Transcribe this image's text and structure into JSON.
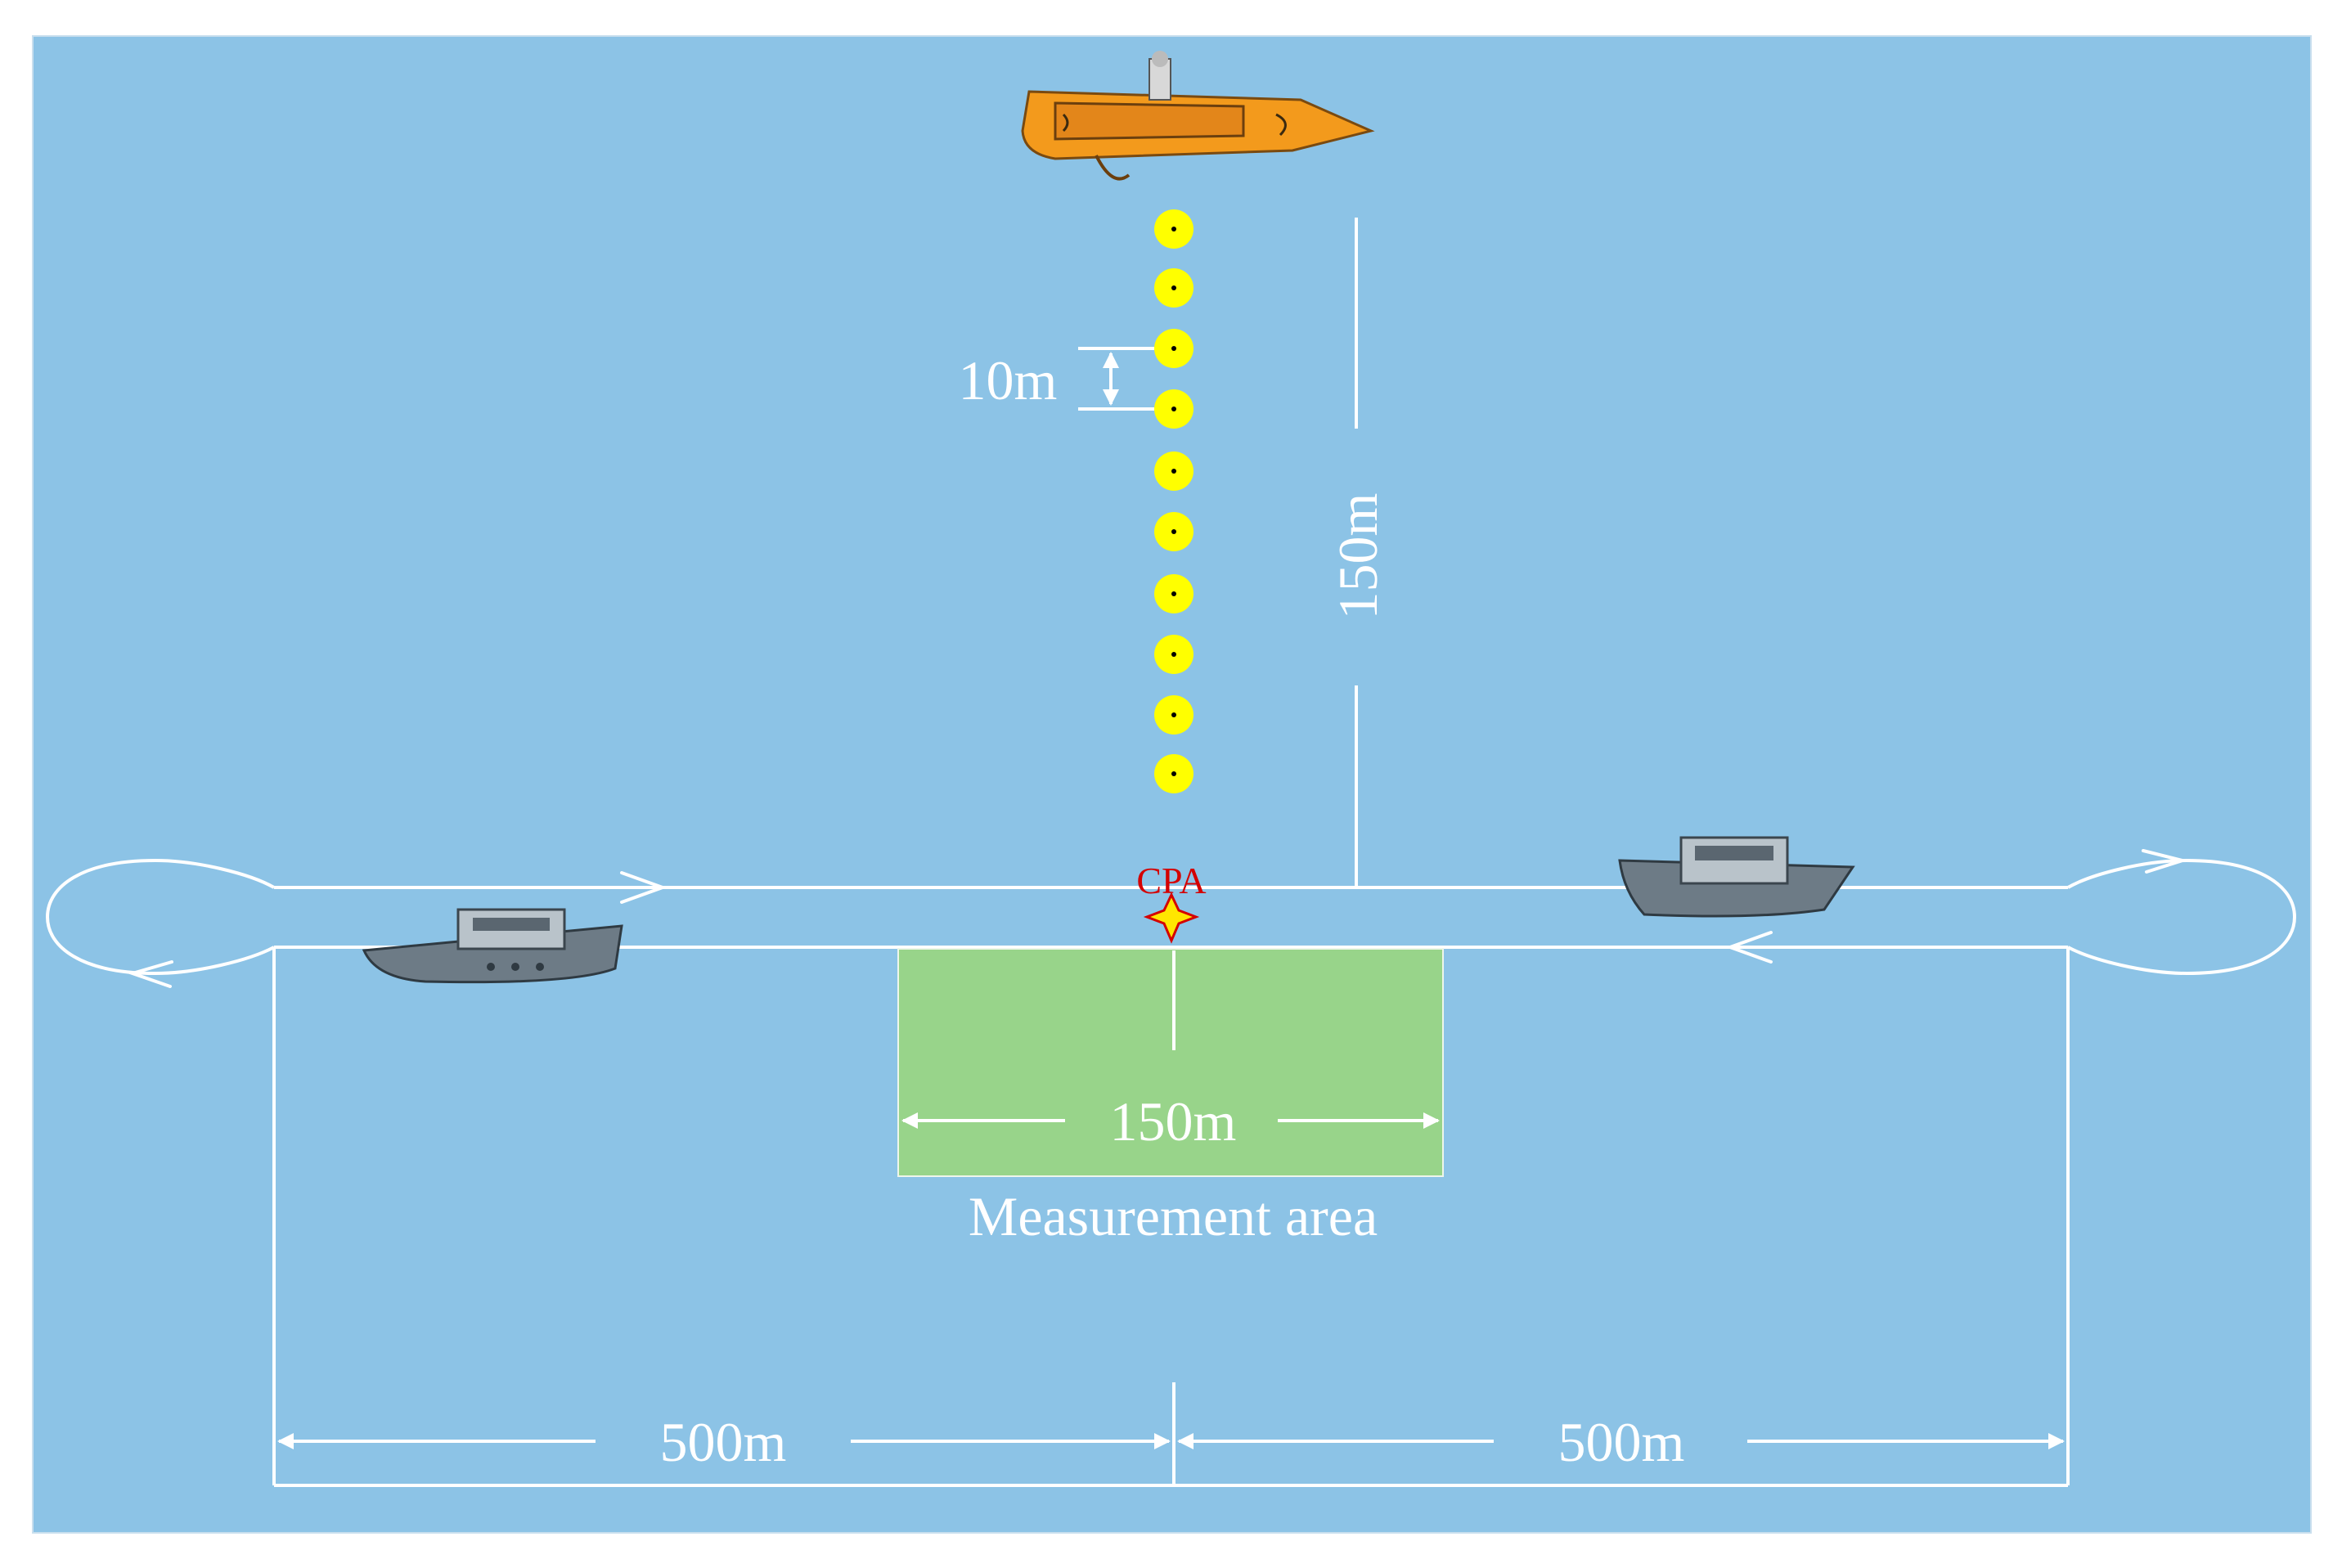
{
  "labels": {
    "hydrophone_spacing": "10m",
    "array_distance": "150m",
    "cpa": "CPA",
    "area_width": "150m",
    "area_caption": "Measurement area",
    "left_run": "500m",
    "right_run": "500m"
  },
  "colors": {
    "water": "#8cc3e6",
    "line": "#ffffff",
    "buoy": "#ffff00",
    "area": "#98d48a",
    "cpa_text": "#d40000",
    "cpa_star": "#ffe600",
    "survey_boat": "#f39a1c"
  },
  "hydrophone_count": 10,
  "icons": [
    "survey-boat-icon",
    "hydrophone-buoy-icon",
    "cpa-star-icon",
    "vessel-icon"
  ]
}
